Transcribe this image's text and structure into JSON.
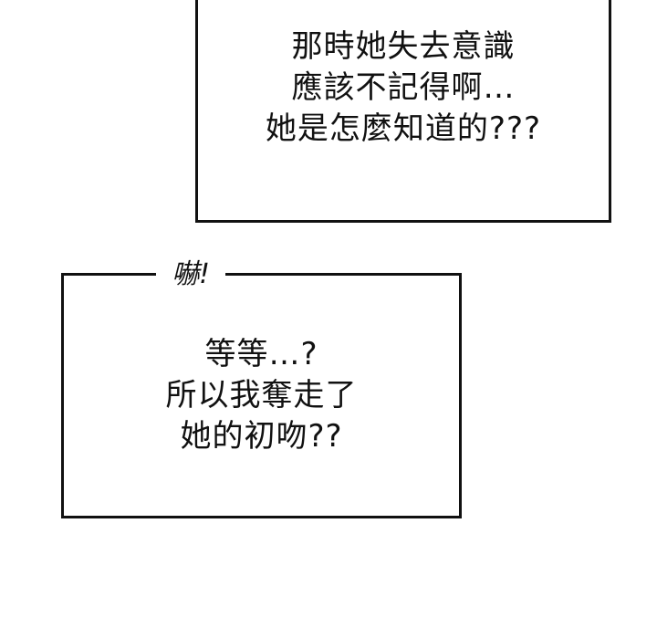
{
  "panels": [
    {
      "lines": [
        "那時她失去意識",
        "應該不記得啊…",
        "她是怎麼知道的???"
      ]
    },
    {
      "sfx": "嚇!",
      "lines": [
        "等等…?",
        "所以我奪走了",
        "她的初吻??"
      ]
    }
  ],
  "colors": {
    "background": "#ffffff",
    "border": "#111111",
    "text": "#111111"
  }
}
